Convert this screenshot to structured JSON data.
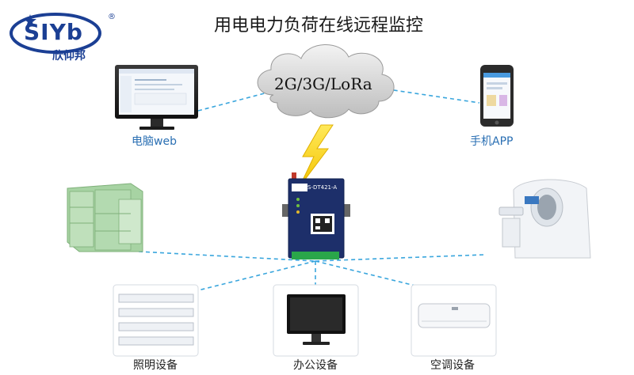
{
  "brand": {
    "logo_text": "SIYb",
    "chinese_name": "欣仰邦",
    "registered_mark": "®",
    "accent": "#1b3f94"
  },
  "title": "用电电力负荷在线远程监控",
  "network": {
    "cloud_label": "2G/3G/LoRa",
    "link_color": "#3aa6dd"
  },
  "nodes": {
    "pc_label": "电脑web",
    "phone_label": "手机APP",
    "lighting_label": "照明设备",
    "office_label": "办公设备",
    "aircon_label": "空调设备"
  },
  "device": {
    "model": "S-DT421-A"
  }
}
